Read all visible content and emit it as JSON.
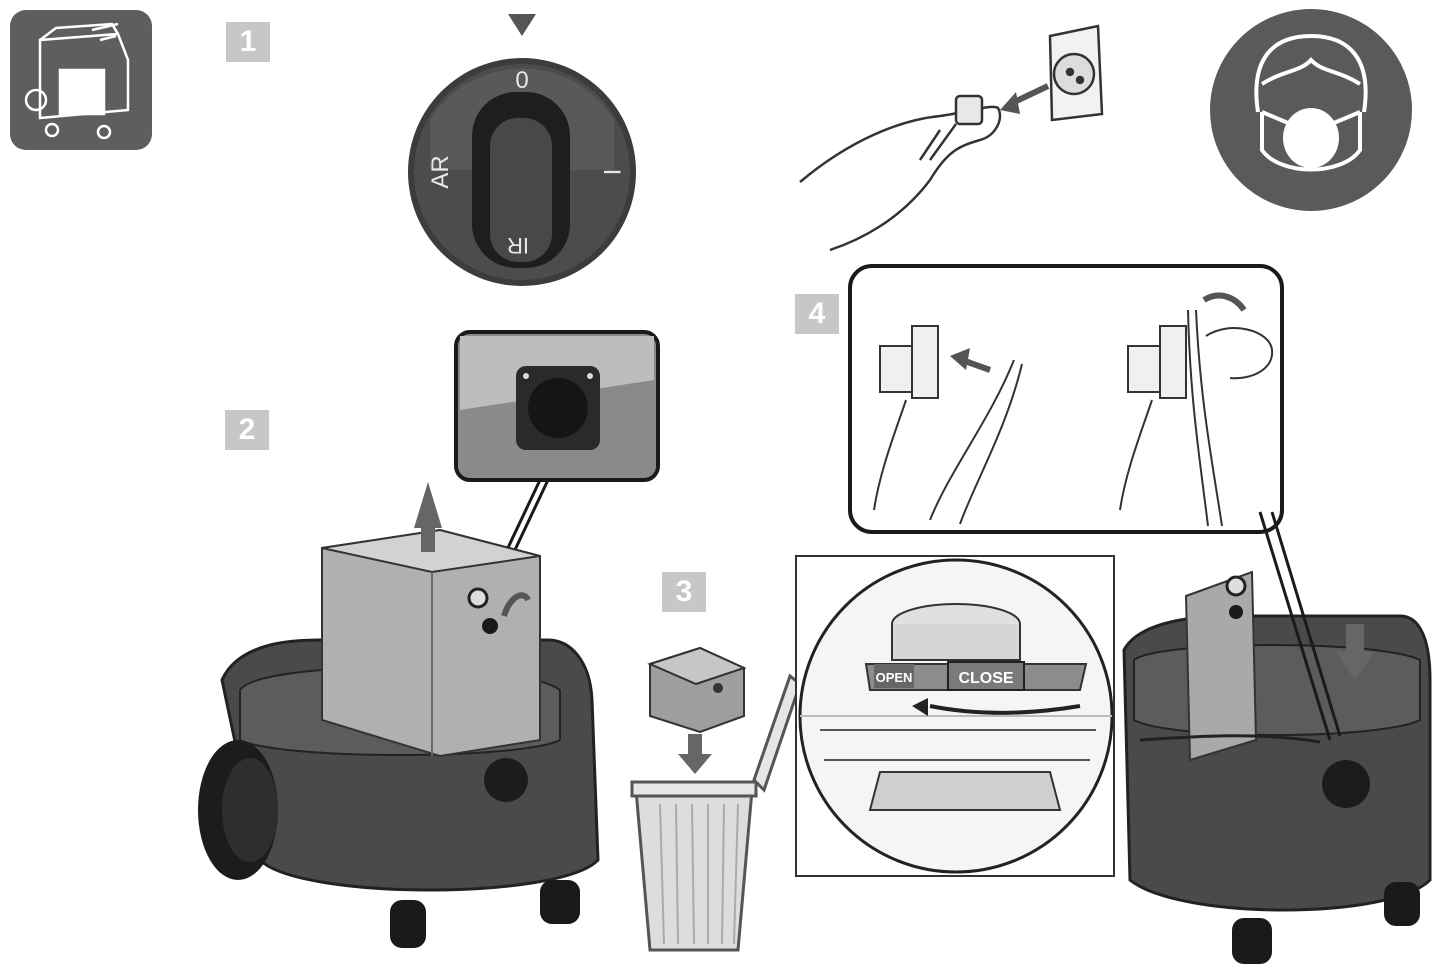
{
  "steps": [
    {
      "number": "1"
    },
    {
      "number": "2"
    },
    {
      "number": "3"
    },
    {
      "number": "4"
    }
  ],
  "switch_knob": {
    "off_label": "0",
    "on_label": "I",
    "auto_label": "AR",
    "remote_label": "IR"
  },
  "bayonet_ring": {
    "open_label": "OPEN",
    "close_label": "CLOSE"
  },
  "icons": {
    "machine_overview": "vacuum-cleaner-icon",
    "face_mask": "dust-mask-icon"
  },
  "colors": {
    "badge_gray": "#c7c7c7",
    "body_dark": "#4a4a4a",
    "body_light": "#a8a8a8",
    "icon_dark": "#5a5a5a"
  }
}
